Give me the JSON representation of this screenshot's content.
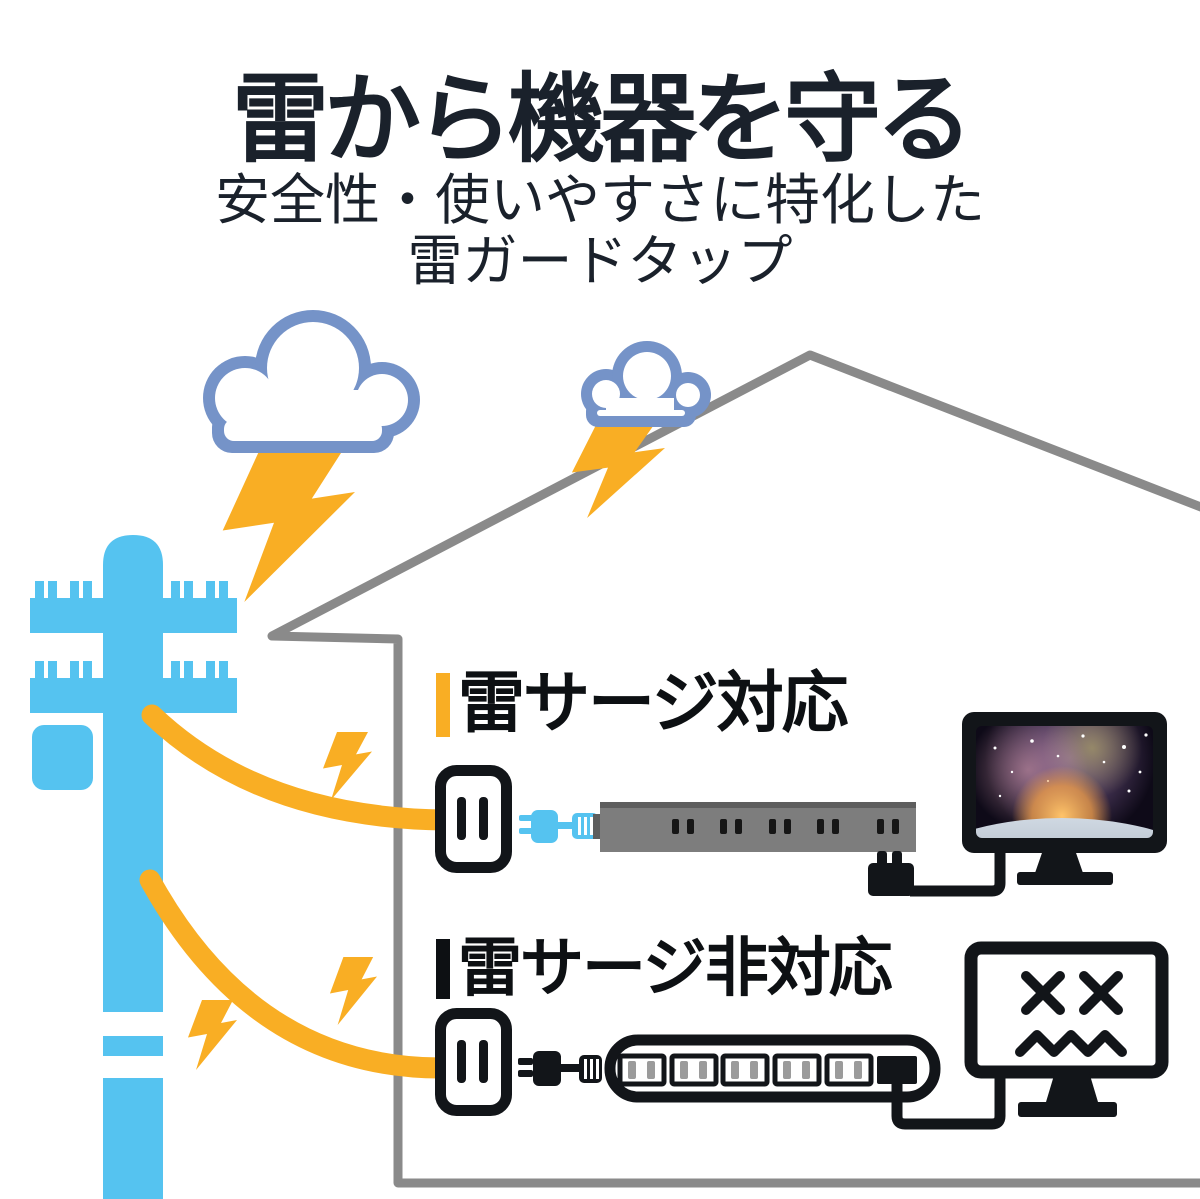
{
  "header": {
    "title": "雷から機器を守る",
    "subtitle_line1": "安全性・使いやすさに特化した",
    "subtitle_line2": "雷ガードタップ"
  },
  "sections": {
    "protected_label": "雷サージ対応",
    "unprotected_label": "雷サージ非対応"
  },
  "colors": {
    "accent_yellow": "#F9AE24",
    "sky_blue": "#55C3F0",
    "cloud_blue": "#7593C8",
    "house_gray": "#8A8A8A",
    "strip_gray": "#7D7D7D",
    "strip_gray_dark": "#5E5E5E",
    "slot_gray": "#9B9B9B",
    "ink": "#121519",
    "title_color": "#1A212B",
    "background": "#FFFFFF"
  }
}
